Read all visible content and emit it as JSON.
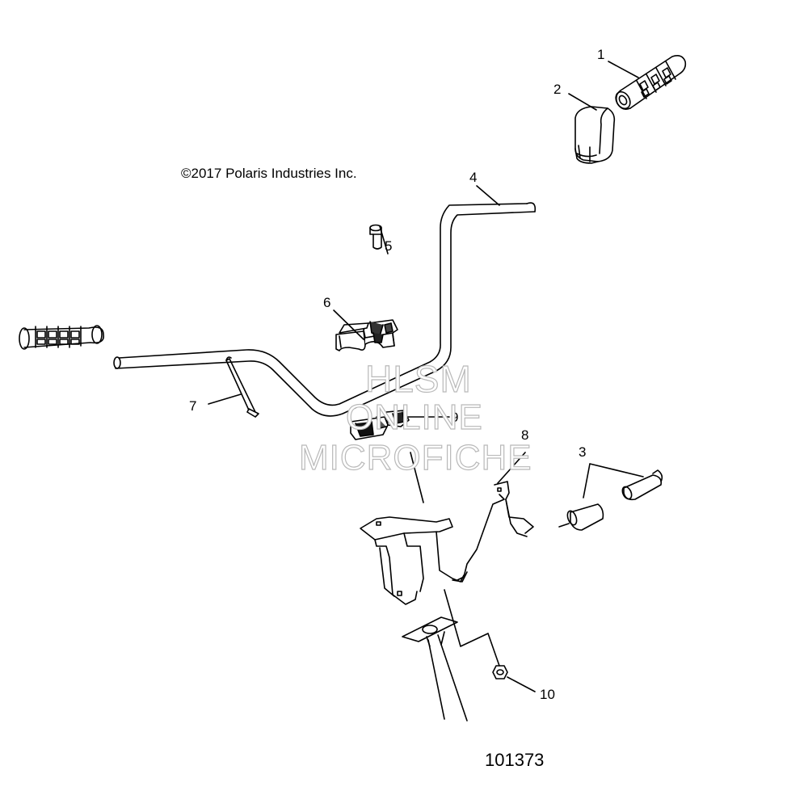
{
  "copyright": "©2017 Polaris Industries Inc.",
  "drawing_number": "101373",
  "watermark": {
    "line1": "HLSM",
    "line2": "ONLINE",
    "line3": "MICROFICHE"
  },
  "callouts": [
    "1",
    "2",
    "3",
    "4",
    "5",
    "6",
    "7",
    "8",
    "9",
    "10"
  ],
  "parts": [
    {
      "callout": "1",
      "icon": "hand-grip-icon"
    },
    {
      "callout": "2",
      "icon": "grip-end-cap-icon"
    },
    {
      "callout": "3",
      "icon": "throttle-sleeve-icon"
    },
    {
      "callout": "4",
      "icon": "handlebar-icon"
    },
    {
      "callout": "5",
      "icon": "bolt-icon"
    },
    {
      "callout": "6",
      "icon": "upper-clamp-icon"
    },
    {
      "callout": "7",
      "icon": "cable-tie-icon"
    },
    {
      "callout": "8",
      "icon": "mounting-bracket-icon"
    },
    {
      "callout": "9",
      "icon": "lower-clamp-icon"
    },
    {
      "callout": "10",
      "icon": "nut-icon"
    }
  ]
}
